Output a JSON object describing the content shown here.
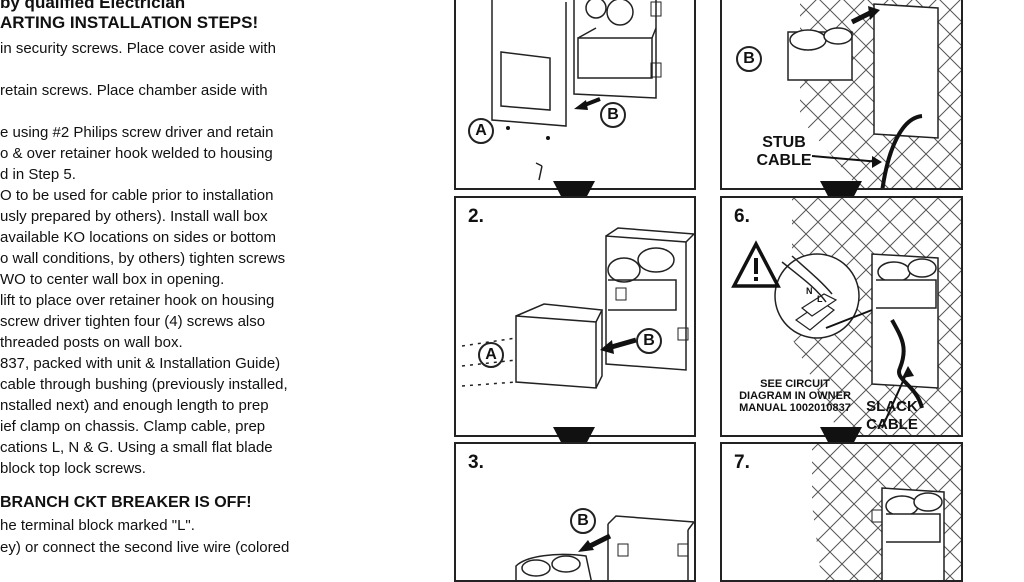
{
  "doc": {
    "top_partial": "by qualified Electrician",
    "heading1": "ARTING INSTALLATION STEPS!",
    "lines1": [
      "in security screws. Place cover aside with",
      "",
      " retain screws. Place chamber aside with",
      "",
      "e using #2 Philips screw driver and retain",
      "o & over retainer hook welded to housing",
      "d in Step 5.",
      "O to be used for cable prior to installation",
      "usly prepared by others).  Install wall box",
      "available KO locations on sides or bottom",
      "o wall conditions, by others) tighten screws",
      "WO to center wall box in opening.",
      "lift to place over retainer hook on housing",
      " screw driver tighten four (4) screws also",
      "threaded posts on wall box.",
      "837, packed with unit & Installation Guide)",
      "cable through bushing (previously installed,",
      "nstalled next) and enough length to prep",
      "ief clamp on chassis.  Clamp cable, prep",
      "cations L, N & G.  Using a small flat blade",
      "block top lock screws."
    ],
    "heading2": "BRANCH CKT BREAKER IS OFF!",
    "lines2": [
      "he terminal block marked \"L\".",
      "ey) or connect the second live wire (colored"
    ]
  },
  "figures": {
    "step2": "2.",
    "step3": "3.",
    "step6": "6.",
    "step7": "7.",
    "label_a": "A",
    "label_b": "B",
    "stub_cable_1": "STUB",
    "stub_cable_2": "CABLE",
    "circuit_1": "SEE CIRCUIT",
    "circuit_2": "DIAGRAM IN OWNER",
    "circuit_3": "MANUAL 1002010837",
    "slack_1": "SLACK",
    "slack_2": "CABLE",
    "wire_l": "L",
    "wire_n": "N"
  }
}
